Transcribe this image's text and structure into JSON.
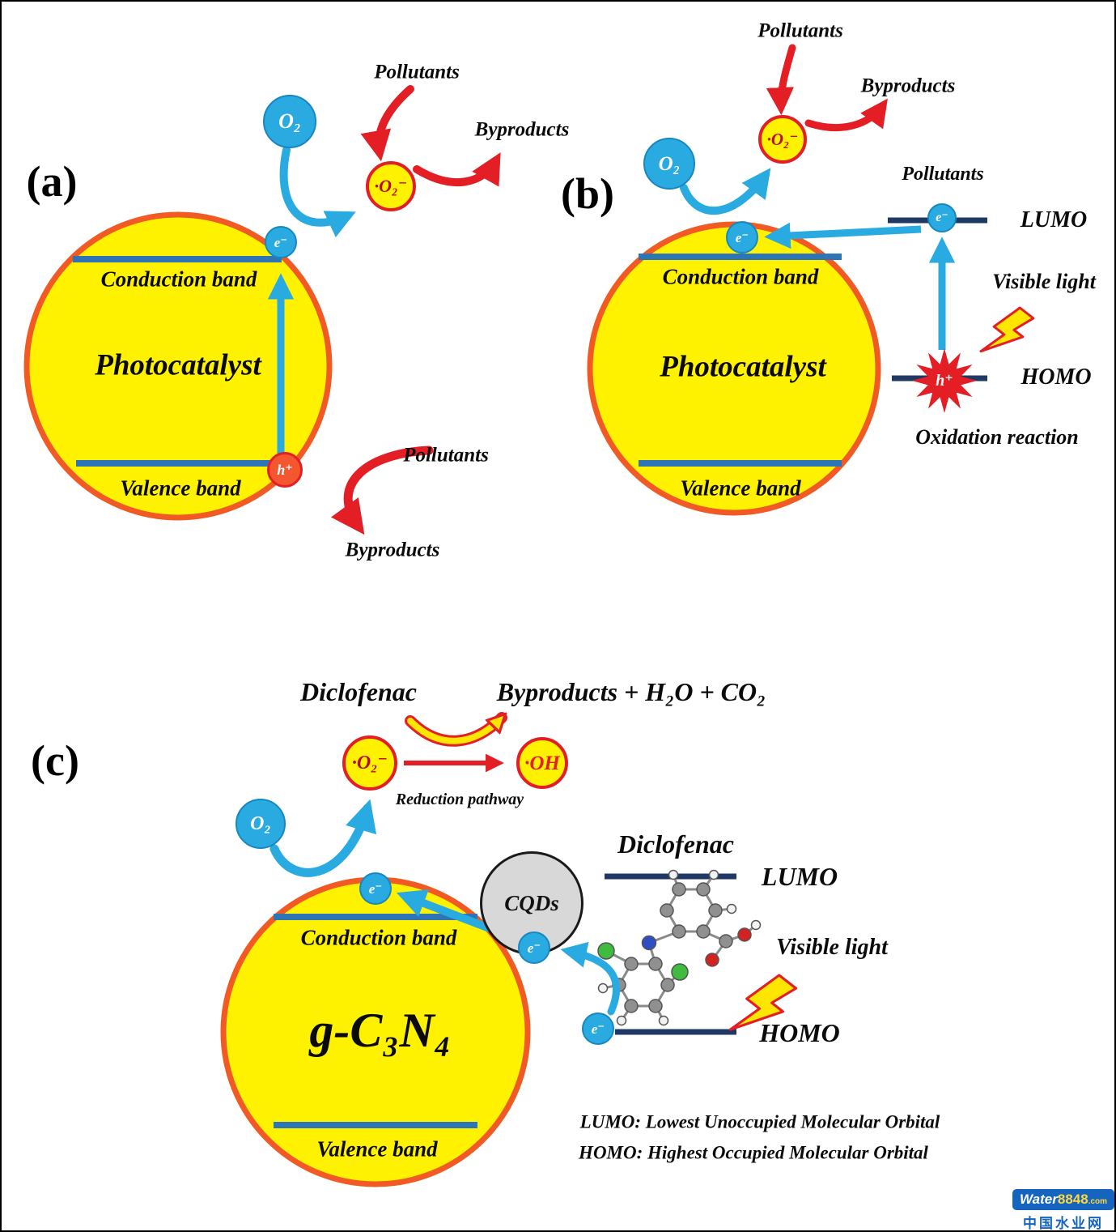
{
  "colors": {
    "catalyst_fill": "#FFF200",
    "catalyst_border": "#F15A24",
    "band_line": "#2E75B6",
    "arrow_blue": "#29ABE2",
    "arrow_red": "#E31E24",
    "orbital_line": "#1F3864",
    "lightning_yellow": "#FFE600",
    "cqds_gray": "#D8D8D8"
  },
  "panel_a": {
    "label": "(a)",
    "o2": "O₂",
    "superoxide": "·O₂⁻",
    "electron": "e⁻",
    "hole": "h⁺",
    "pollutants_top": "Pollutants",
    "byproducts_top": "Byproducts",
    "pollutants_bottom": "Pollutants",
    "byproducts_bottom": "Byproducts",
    "photocatalyst": "Photocatalyst",
    "conduction_band": "Conduction band",
    "valence_band": "Valence band"
  },
  "panel_b": {
    "label": "(b)",
    "o2": "O₂",
    "superoxide": "·O₂⁻",
    "electron_cb": "e⁻",
    "electron_lumo": "e⁻",
    "hole": "h⁺",
    "pollutants_top": "Pollutants",
    "byproducts_top": "Byproducts",
    "pollutants_lumo": "Pollutants",
    "photocatalyst": "Photocatalyst",
    "conduction_band": "Conduction band",
    "valence_band": "Valence band",
    "lumo": "LUMO",
    "homo": "HOMO",
    "visible_light": "Visible light",
    "oxidation_reaction": "Oxidation reaction"
  },
  "panel_c": {
    "label": "(c)",
    "diclofenac_top": "Diclofenac",
    "byproducts_equation": "Byproducts + H₂O + CO₂",
    "superoxide": "·O₂⁻",
    "hydroxyl": "·OH",
    "reduction_pathway": "Reduction pathway",
    "o2": "O₂",
    "electron_cb": "e⁻",
    "electron_cqd": "e⁻",
    "electron_homo": "e⁻",
    "catalyst": "g-C₃N₄",
    "conduction_band": "Conduction band",
    "valence_band": "Valence band",
    "cqds": "CQDs",
    "diclofenac_right": "Diclofenac",
    "lumo": "LUMO",
    "homo": "HOMO",
    "visible_light": "Visible light",
    "legend_lumo": "LUMO: Lowest Unoccupied Molecular Orbital",
    "legend_homo": "HOMO: Highest Occupied Molecular Orbital"
  },
  "watermark": {
    "brand": "Water",
    "number": "8848",
    "suffix": ".com",
    "chinese": "中国水业网"
  }
}
